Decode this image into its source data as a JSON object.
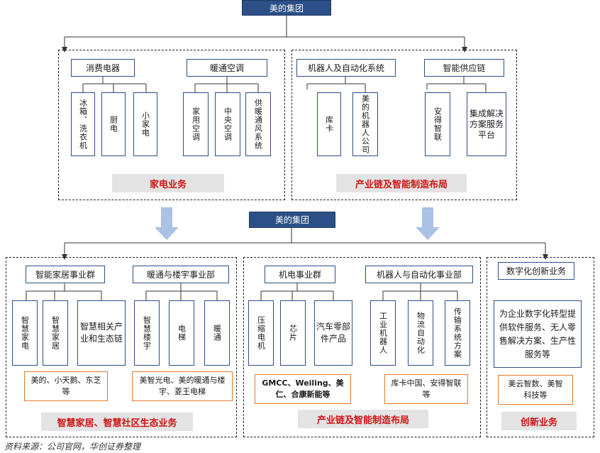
{
  "top": {
    "group": "美的集团",
    "consumer": {
      "header": "消费电器",
      "items": [
        "冰箱、洗衣机",
        "厨电",
        "小家电"
      ]
    },
    "hvac": {
      "header": "暖通空调",
      "items": [
        "家用空调",
        "中央空调",
        "供暖通风系统"
      ]
    },
    "robot": {
      "header": "机器人及自动化系统",
      "items": [
        "库卡",
        "美的机器人公司"
      ]
    },
    "supply": {
      "header": "智能供应链",
      "items": [
        "安得智联",
        "集成解决方案服务平台"
      ]
    },
    "left_label": "家电业务",
    "right_label": "产业链及智能制造布局"
  },
  "bottom": {
    "group": "美的集团",
    "smart_home": {
      "header": "智能家居事业群",
      "items": [
        "智慧家电",
        "智慧家居",
        "智慧相关产业和生态链"
      ],
      "brands": "美的、小天鹅、东芝等"
    },
    "hvac_building": {
      "header": "暖通与楼宇事业部",
      "items": [
        "智慧楼宇",
        "电梯",
        "暖通"
      ],
      "brands": "美智光电、美的暖通与楼宇、菱王电梯"
    },
    "mechatronics": {
      "header": "机电事业群",
      "items": [
        "压缩电机",
        "芯片",
        "汽车零部件产品"
      ],
      "brands": "GMCC、Weiling、美仁、合康新能等"
    },
    "robotics": {
      "header": "机器人与自动化事业部",
      "items": [
        "工业机器人",
        "物流自动化",
        "传输系统方案"
      ],
      "brands": "库卡中国、安得智联等"
    },
    "digital": {
      "header": "数字化创新业务",
      "desc": "为企业数字化转型提供软件服务、无人零售解决方案、生产性服务等",
      "brands": "美云智数、美智科技等"
    },
    "left_label": "智慧家居、智慧社区生态业务",
    "mid_label": "产业链及智能制造布局",
    "right_label": "创新业务"
  },
  "source": "资料来源：公司官网，华创证券整理",
  "colors": {
    "navy": "#2b4f86",
    "label_text": "#d11414",
    "label_bg": "#e3e3e3",
    "brand_border": "#e07a2a",
    "arrow": "#aac2e6"
  }
}
